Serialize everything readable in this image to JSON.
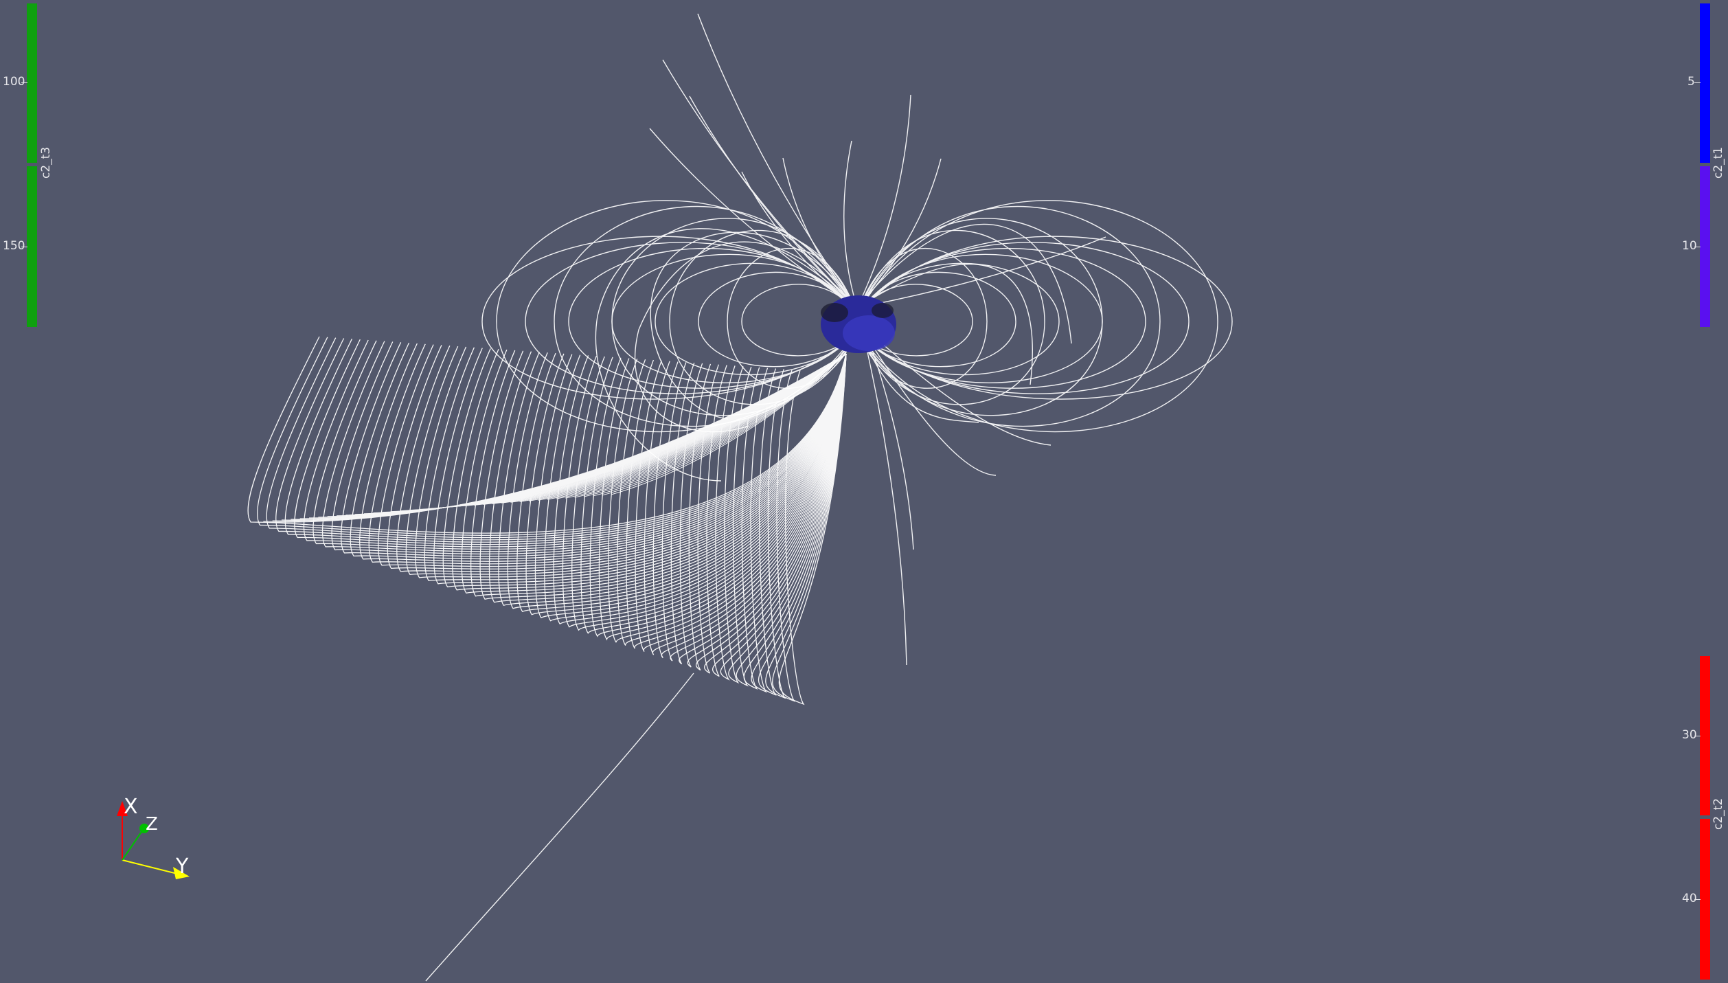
{
  "scene": {
    "background": "#52576b",
    "line_color": "#ffffff",
    "core_color": "#2a2a9a"
  },
  "colorbars": {
    "c2_t3": {
      "title": "c2_t3",
      "ticks": [
        "100",
        "150"
      ],
      "colors": [
        "#0fa00f",
        "#0fa00f"
      ]
    },
    "c2_t1": {
      "title": "c2_t1",
      "ticks": [
        "5",
        "10"
      ],
      "colors": [
        "#0000ff",
        "#5a10f0"
      ]
    },
    "c2_t2": {
      "title": "c2_t2",
      "ticks": [
        "30",
        "40"
      ],
      "colors": [
        "#ff0000",
        "#ff0000"
      ]
    }
  },
  "orientation_axes": {
    "x": {
      "label": "X",
      "color": "#ff0000"
    },
    "y": {
      "label": "Y",
      "color": "#ffff00"
    },
    "z": {
      "label": "Z",
      "color": "#00c000"
    }
  }
}
